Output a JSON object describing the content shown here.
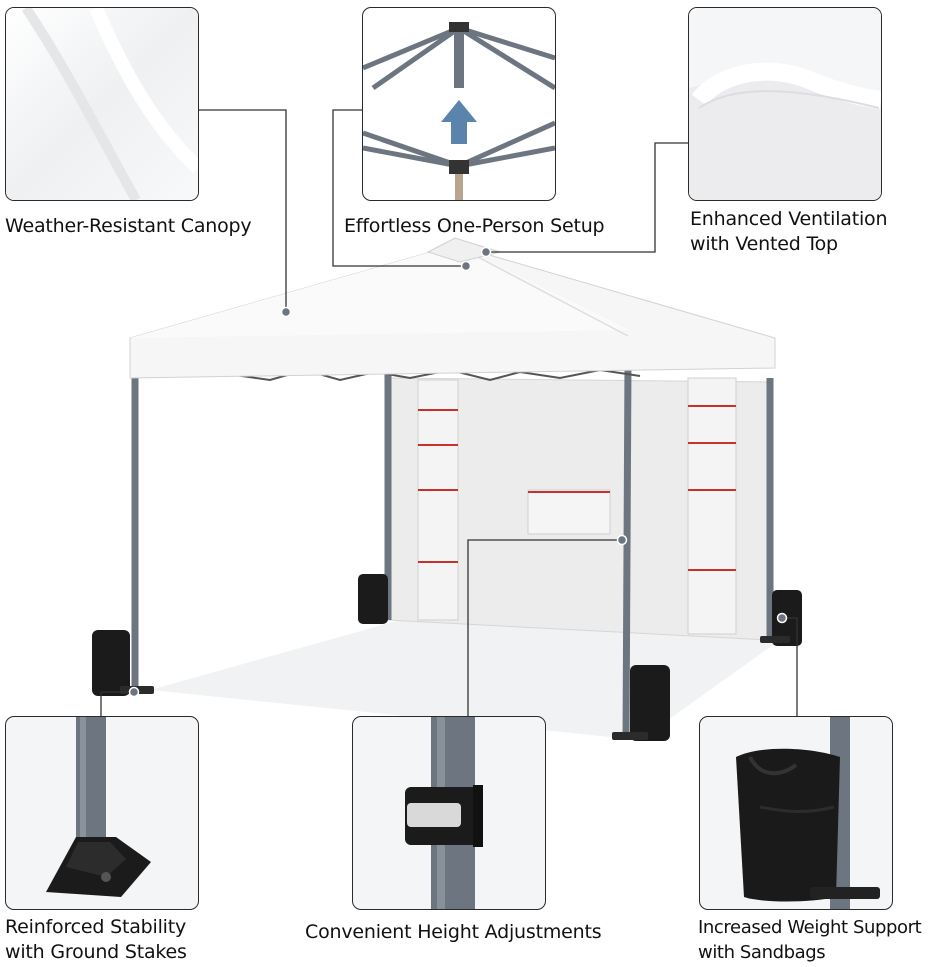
{
  "features": {
    "weather_resistant": {
      "label": "Weather-Resistant Canopy"
    },
    "one_person_setup": {
      "label": "Effortless One-Person Setup"
    },
    "ventilation": {
      "line1": "Enhanced Ventilation",
      "line2": "with Vented Top"
    },
    "stability": {
      "line1": "Reinforced Stability",
      "line2": "with Ground Stakes"
    },
    "height_adjust": {
      "label": "Convenient Height Adjustments"
    },
    "weight_support": {
      "line1": "Increased Weight Support",
      "line2": "with Sandbags"
    }
  },
  "colors": {
    "frame": "#6d7680",
    "canopy": "#f7f7f7",
    "accent_red": "#c8322d",
    "arrow_blue": "#5b84ad",
    "bag_black": "#1a1a1a",
    "leader_line": "#333333"
  }
}
